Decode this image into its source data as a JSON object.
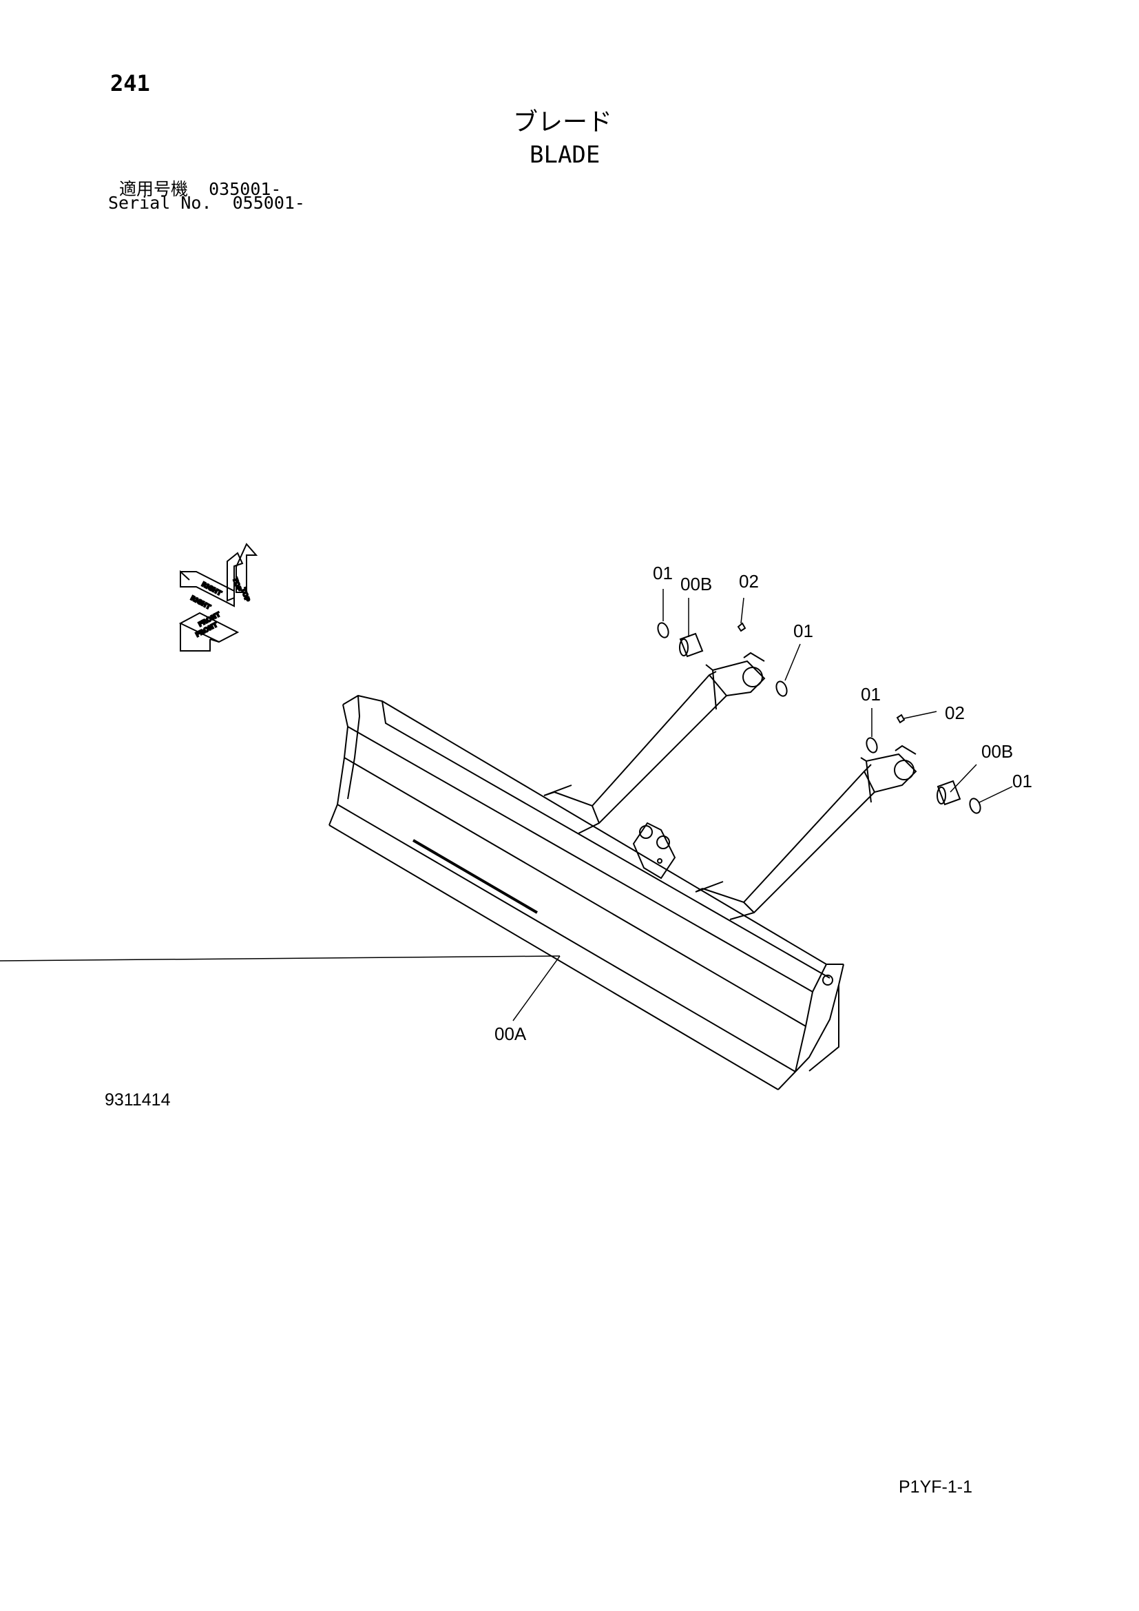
{
  "header": {
    "page_number": "241",
    "title_jp": "ブレード",
    "title_en": "BLADE",
    "serial_rows": [
      {
        "label": "適用号機",
        "value": "035001-"
      },
      {
        "label": "Serial No.",
        "value": "055001-"
      }
    ]
  },
  "orientation_icon": {
    "labels": [
      "TOP",
      "RIGHT",
      "FRONT",
      "RIGHT",
      "FRONT",
      "TOP"
    ]
  },
  "callouts": {
    "c01_a": "01",
    "c00b_a": "00B",
    "c02_a": "02",
    "c01_b": "01",
    "c01_c": "01",
    "c02_b": "02",
    "c00b_b": "00B",
    "c01_d": "01",
    "c00a": "00A"
  },
  "footer": {
    "figure_number": "9311414",
    "page_code": "P1YF-1-1"
  }
}
